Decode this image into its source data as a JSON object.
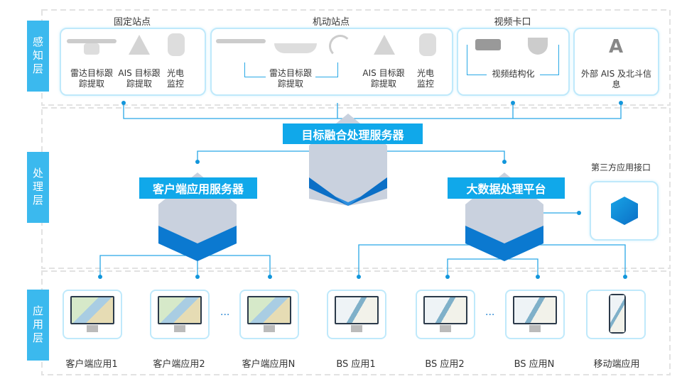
{
  "layers": {
    "perception": "感知层",
    "processing": "处理层",
    "application": "应用层"
  },
  "perception": {
    "fixed": {
      "title": "固定站点",
      "items": [
        "雷达目标跟踪提取",
        "AIS 目标跟踪提取",
        "光电监控"
      ]
    },
    "mobile": {
      "title": "机动站点",
      "items": [
        "雷达目标跟踪提取",
        "AIS 目标跟踪提取",
        "光电监控"
      ]
    },
    "video": {
      "title": "视频卡口",
      "item": "视频结构化"
    },
    "external": {
      "item": "外部 AIS 及北斗信息"
    }
  },
  "processing": {
    "fusion": "目标融合处理服务器",
    "client_server": "客户端应用服务器",
    "bigdata": "大数据处理平台",
    "third_party": "第三方应用接口"
  },
  "applications": [
    "客户端应用1",
    "客户端应用2",
    "客户端应用N",
    "BS 应用1",
    "BS 应用2",
    "BS 应用N",
    "移动端应用"
  ],
  "ellipsis": "···",
  "colors": {
    "accent": "#10a8ea",
    "layer": "#3bb9ee",
    "border": "#bfe9fb"
  }
}
